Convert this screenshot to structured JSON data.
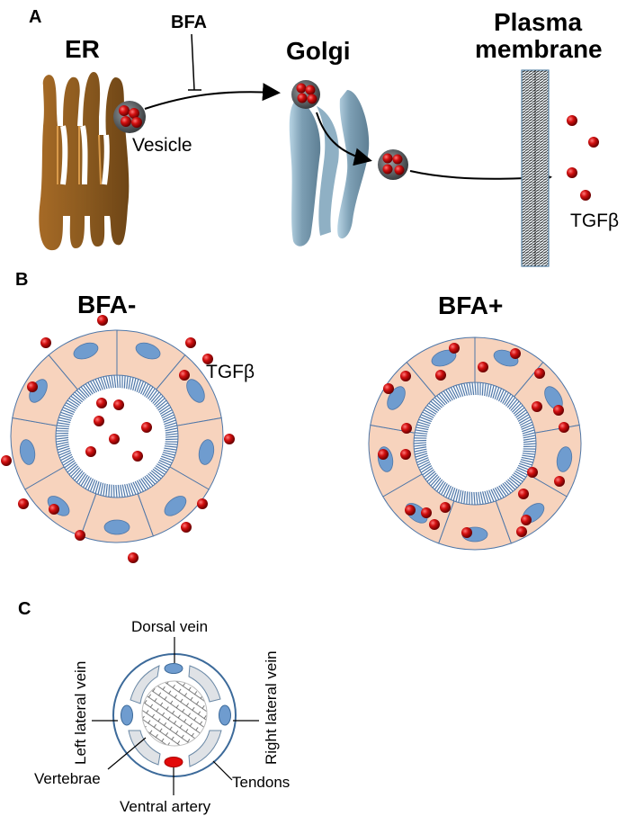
{
  "panels": {
    "A": {
      "label": "A",
      "er_title": "ER",
      "golgi_title": "Golgi",
      "pm_title_line1": "Plasma",
      "pm_title_line2": "membrane",
      "bfa_label": "BFA",
      "vesicle_label": "Vesicle",
      "tgfb_label": "TGFβ"
    },
    "B": {
      "label": "B",
      "left_title": "BFA-",
      "right_title": "BFA+",
      "tgfb_label": "TGFβ"
    },
    "C": {
      "label": "C",
      "dorsal_vein": "Dorsal vein",
      "left_lateral_vein": "Left lateral vein",
      "right_lateral_vein": "Right lateral vein",
      "vertebrae": "Vertebrae",
      "tendons": "Tendons",
      "ventral_artery": "Ventral artery"
    }
  },
  "colors": {
    "er": "#8b5a22",
    "golgi": "#7a9db3",
    "tgfb": "#cc0a0a",
    "cell_fill": "#f7d3bd",
    "nucleus": "#6f9ccf",
    "outline": "#4f77a8",
    "artery": "#e20a0a",
    "tendon": "#dfe2e6"
  }
}
